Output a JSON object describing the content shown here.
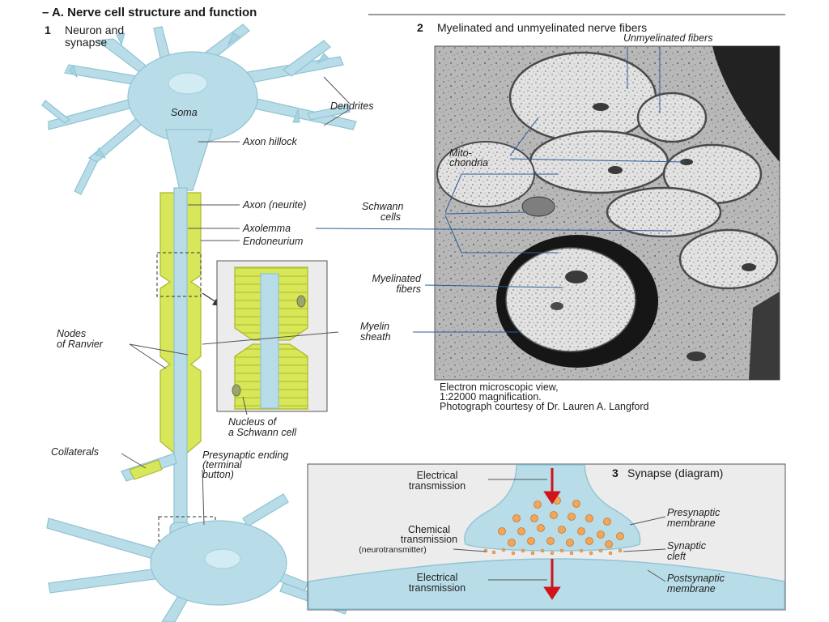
{
  "section_title": "– A. Nerve cell structure and function",
  "panel1": {
    "number": "1",
    "title_line1": "Neuron and",
    "title_line2": "synapse",
    "labels": {
      "soma": "Soma",
      "dendrites": "Dendrites",
      "axon_hillock": "Axon hillock",
      "axon": "Axon (neurite)",
      "axolemma": "Axolemma",
      "endoneurium": "Endoneurium",
      "myelinated_fibers_1": "Myelinated",
      "myelinated_fibers_2": "fibers",
      "myelin_sheath_1": "Myelin",
      "myelin_sheath_2": "sheath",
      "nodes_1": "Nodes",
      "nodes_2": "of Ranvier",
      "nucleus_1": "Nucleus of",
      "nucleus_2": "a Schwann cell",
      "collaterals": "Collaterals",
      "presynaptic_1": "Presynaptic ending",
      "presynaptic_2": "(terminal",
      "presynaptic_3": "button)"
    }
  },
  "panel2": {
    "number": "2",
    "title": "Myelinated and unmyelinated nerve fibers",
    "labels": {
      "unmyelinated": "Unmyelinated fibers",
      "mito_1": "Mito-",
      "mito_2": "chondria",
      "schwann_1": "Schwann",
      "schwann_2": "cells"
    },
    "caption_line1": "Electron microscopic view,",
    "caption_line2": "1:22000 magnification.",
    "caption_line3": "Photograph courtesy of Dr. Lauren A. Langford"
  },
  "panel3": {
    "number": "3",
    "title": "Synapse (diagram)",
    "labels": {
      "elec_top_1": "Electrical",
      "elec_top_2": "transmission",
      "chem_1": "Chemical",
      "chem_2": "transmission",
      "chem_3": "(neurotransmitter)",
      "elec_bot_1": "Electrical",
      "elec_bot_2": "transmission",
      "presyn_1": "Presynaptic",
      "presyn_2": "membrane",
      "cleft_1": "Synaptic",
      "cleft_2": "cleft",
      "postsyn_1": "Postsynaptic",
      "postsyn_2": "membrane"
    }
  },
  "colors": {
    "neuron_blue": "#b9dde8",
    "neuron_edge": "#8fc3d3",
    "myelin_yellow": "#d8e65a",
    "myelin_edge": "#a9b82a",
    "arrow_red": "#d0141c",
    "vesicle": "#f2a65a",
    "em_bg": "#b9b9b9"
  }
}
